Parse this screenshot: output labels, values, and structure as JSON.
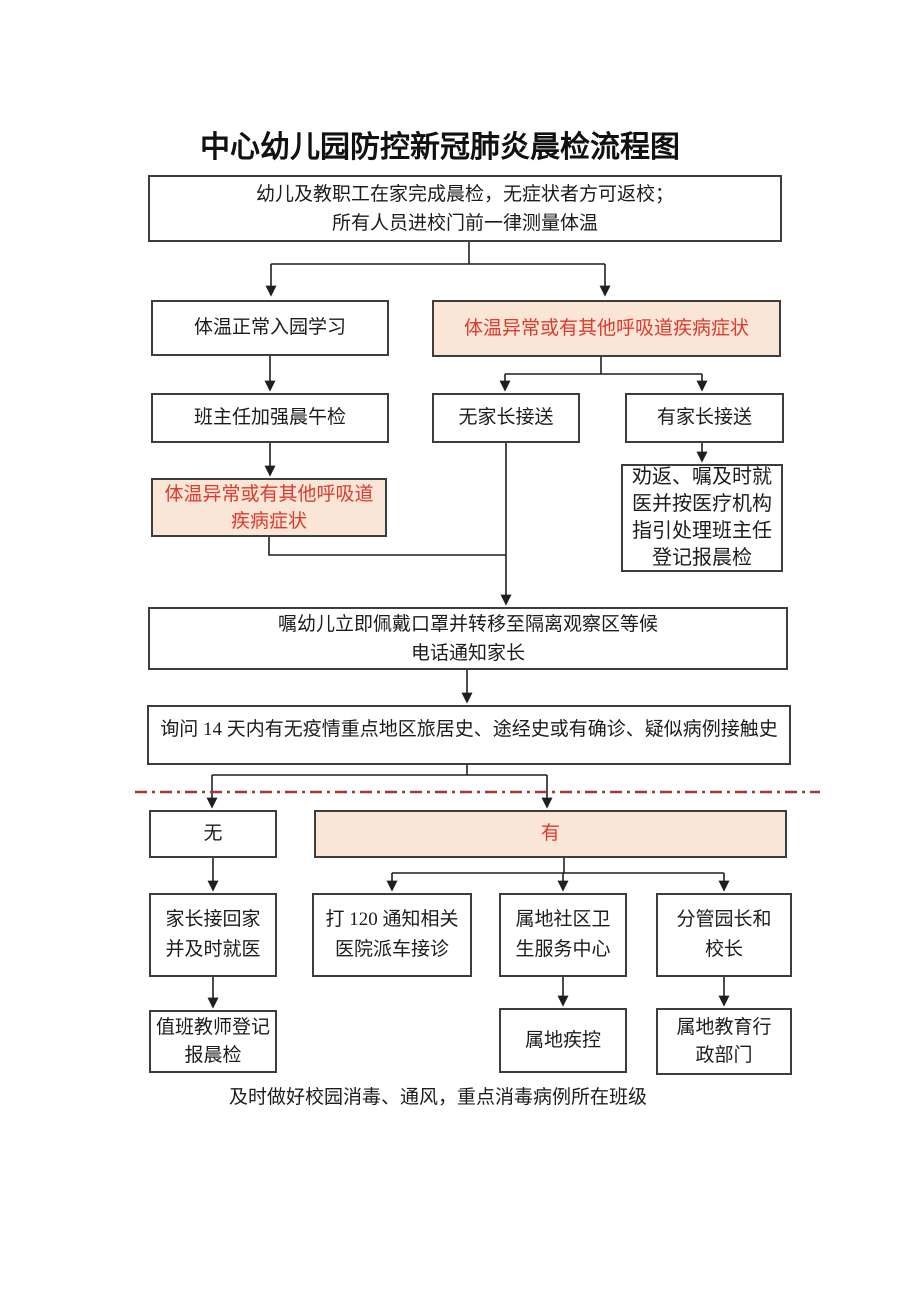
{
  "title": "中心幼儿园防控新冠肺炎晨检流程图",
  "colors": {
    "highlight_background": "#FAE6D6",
    "highlight_text": "#DE3A2F",
    "divider_line": "#9C3A33",
    "box_border": "#3D3D3D",
    "connector": "#1F1F1F"
  },
  "nodes": {
    "home_check": "幼儿及教职工在家完成晨检，无症状者方可返校；\n所有人员进校门前一律测量体温",
    "normal_temp": "体温正常入园学习",
    "abnormal_temp": "体温异常或有其他呼吸道疾病症状",
    "teacher_check": "班主任加强晨午检",
    "no_parent_pickup": "无家长接送",
    "has_parent_pickup": "有家长接送",
    "abnormal_temp_2": "体温异常或有其他呼吸道\n疾病症状",
    "persuade_return": "劝返、嘱及时就\n医并按医疗机构\n指引处理班主任\n登记报晨检",
    "mask_isolate": "嘱幼儿立即佩戴口罩并转移至隔离观察区等候\n电话通知家长",
    "inquiry_14_days": "询问 14 天内有无疫情重点地区旅居史、途经史或有确诊、疑似病例接触史",
    "no": "无",
    "yes": "有",
    "parent_take_home": "家长接回家\n并及时就医",
    "call_120": "打 120 通知相关\n医院派车接诊",
    "community_health_center": "属地社区卫\n生服务中心",
    "principal": "分管园长和\n校长",
    "duty_teacher_report": "值班教师登记\n报晨检",
    "local_cdc": "属地疾控",
    "education_dept": "属地教育行\n政部门"
  },
  "footnote": "及时做好校园消毒、通风，重点消毒病例所在班级"
}
